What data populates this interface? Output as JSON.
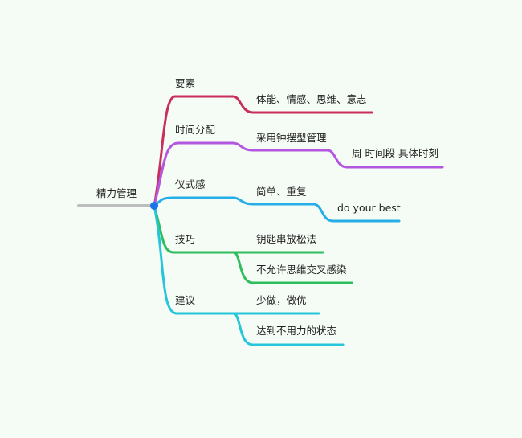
{
  "mindmap": {
    "root": {
      "label": "精力管理",
      "line_color": "#bdbdbd",
      "dot_color": "#1a73e8"
    },
    "branches": [
      {
        "id": "b1",
        "label": "要素",
        "color": "#c8305b",
        "children": [
          {
            "label": "体能、情感、思维、意志",
            "children": []
          }
        ]
      },
      {
        "id": "b2",
        "label": "时间分配",
        "color": "#b356e0",
        "children": [
          {
            "label": "采用钟摆型管理",
            "children": [
              {
                "label": "周 时间段 具体时刻"
              }
            ]
          }
        ]
      },
      {
        "id": "b3",
        "label": "仪式感",
        "color": "#25aee8",
        "children": [
          {
            "label": "简单、重复",
            "children": [
              {
                "label": "do your best"
              }
            ]
          }
        ]
      },
      {
        "id": "b4",
        "label": "技巧",
        "color": "#2fbe5e",
        "children": [
          {
            "label": "钥匙串放松法",
            "children": []
          },
          {
            "label": "不允许思维交叉感染",
            "children": []
          }
        ]
      },
      {
        "id": "b5",
        "label": "建议",
        "color": "#26c6da",
        "children": [
          {
            "label": "少做，做优",
            "children": []
          },
          {
            "label": "达到不用力的状态",
            "children": []
          }
        ]
      }
    ]
  }
}
